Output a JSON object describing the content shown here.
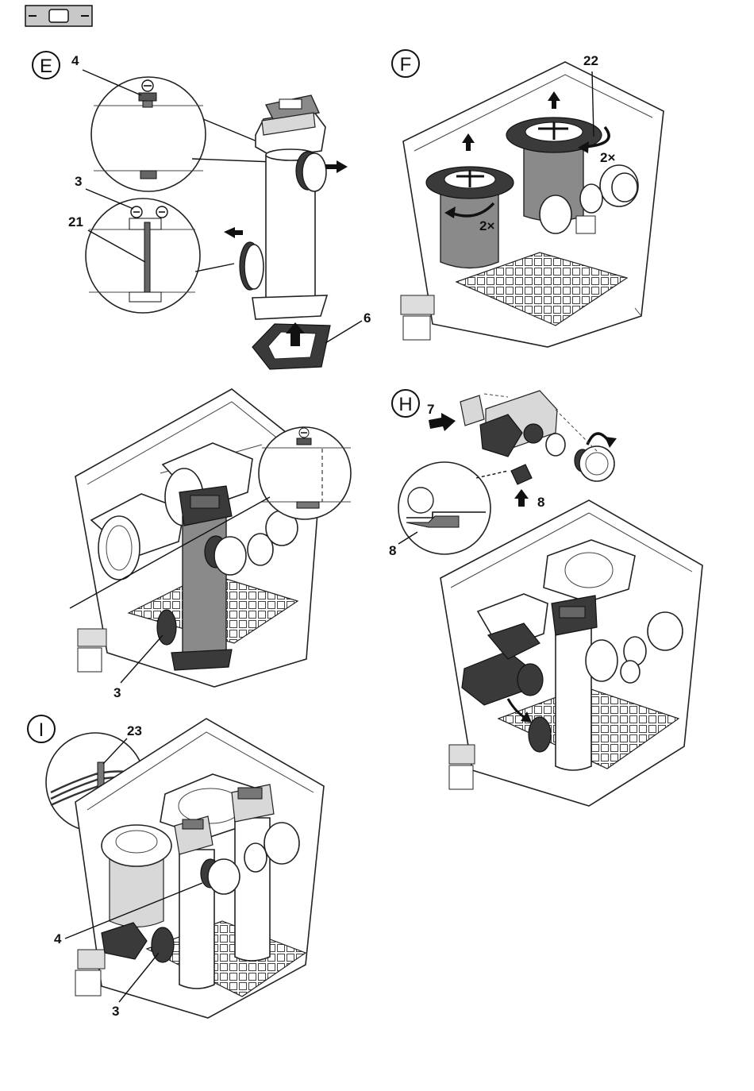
{
  "badges": {
    "E": "E",
    "F": "F",
    "H": "H",
    "I": "I"
  },
  "labels": {
    "e_4": "4",
    "e_3": "3",
    "e_21": "21",
    "e_6": "6",
    "f_22": "22",
    "f_2x_a": "2×",
    "f_2x_b": "2×",
    "g_3": "3",
    "h_7": "7",
    "h_8": "8",
    "h_8b": "8",
    "i_23": "23",
    "i_4": "4",
    "i_3": "3"
  },
  "colors": {
    "outline": "#222222",
    "tank_fill": "#ffffff",
    "dark_part": "#3a3a3a",
    "mid_part": "#8a8a8a"
  }
}
